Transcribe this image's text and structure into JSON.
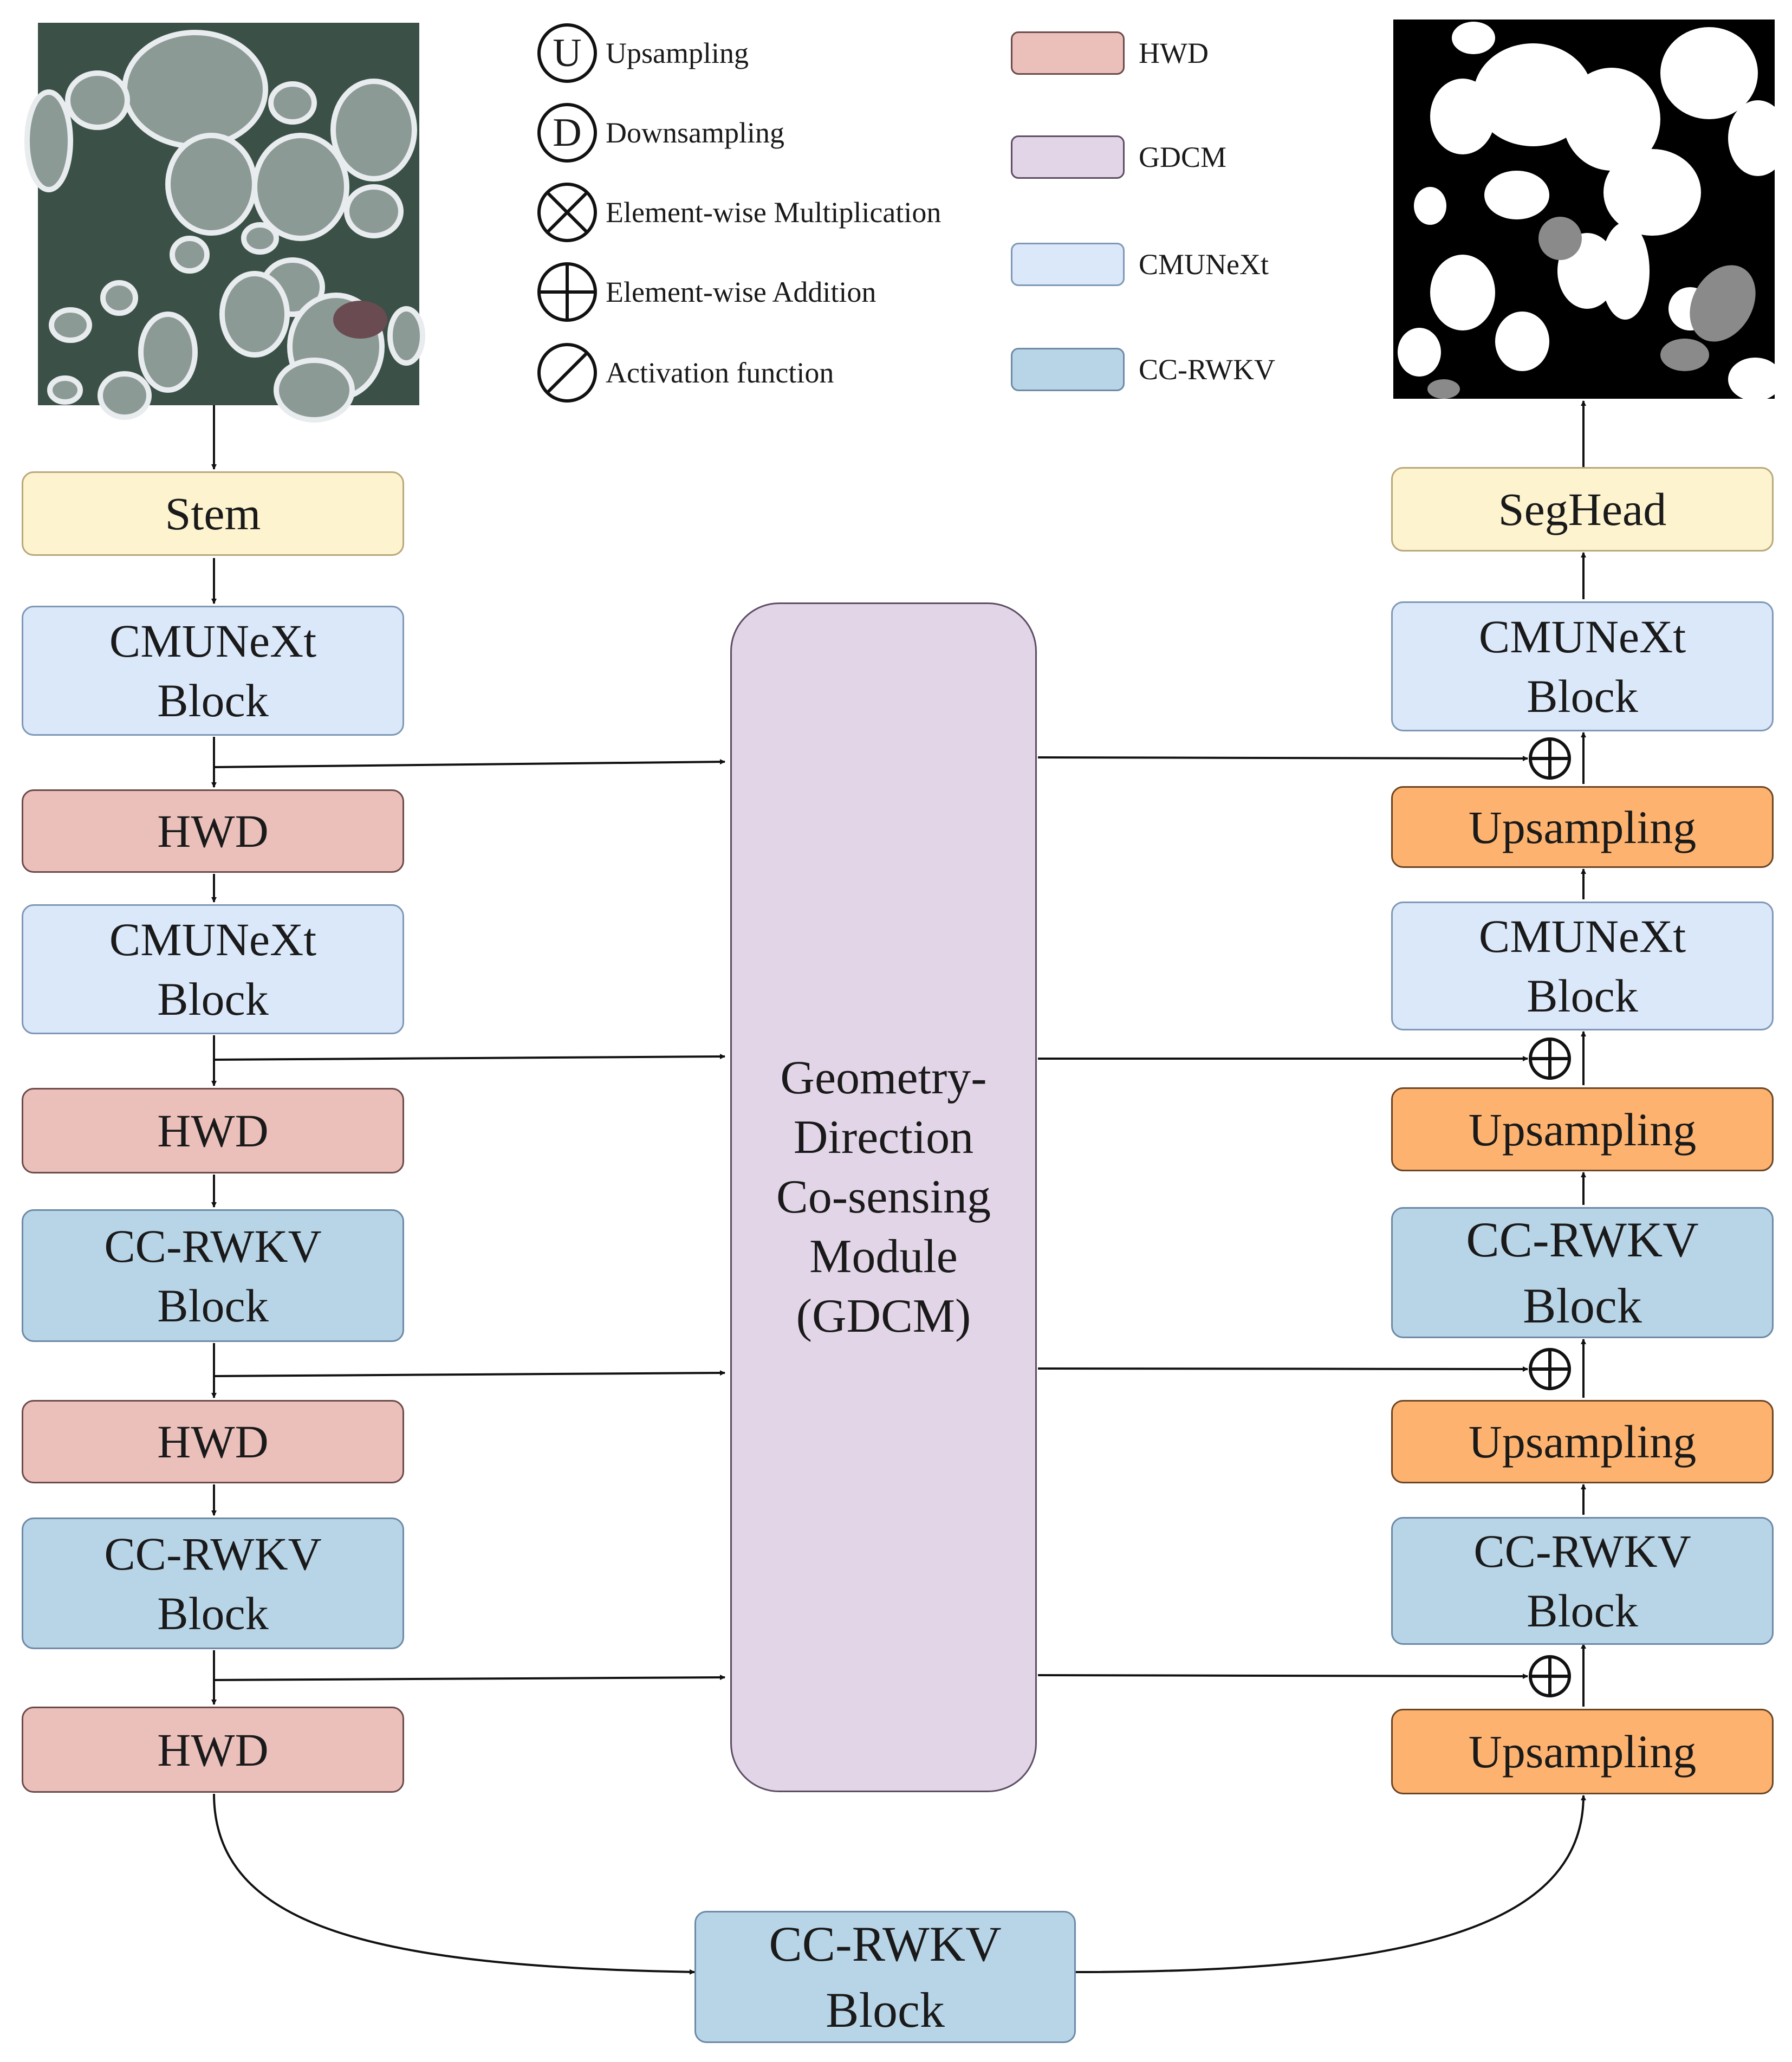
{
  "legend_symbols": [
    {
      "icon": "upsampling-symbol-icon",
      "glyph": "U",
      "label": "Upsampling"
    },
    {
      "icon": "downsampling-symbol-icon",
      "glyph": "D",
      "label": "Downsampling"
    },
    {
      "icon": "multiplication-symbol-icon",
      "glyph": "⊗",
      "label": "Element-wise Multiplication"
    },
    {
      "icon": "addition-symbol-icon",
      "glyph": "⊕",
      "label": "Element-wise Addition"
    },
    {
      "icon": "activation-symbol-icon",
      "glyph": "⊘",
      "label": "Activation function"
    }
  ],
  "legend_colors": [
    {
      "label": "HWD",
      "color": "#ebc0bb"
    },
    {
      "label": "GDCM",
      "color": "#e2d5e7"
    },
    {
      "label": "CMUNeXt",
      "color": "#dae8fa"
    },
    {
      "label": "CC-RWKV",
      "color": "#b8d5e8"
    }
  ],
  "encoder": {
    "stem": "Stem",
    "cmunext_1": "CMUNeXt\nBlock",
    "hwd_1": "HWD",
    "cmunext_2": "CMUNeXt\nBlock",
    "hwd_2": "HWD",
    "ccrwkv_1": "CC-RWKV\nBlock",
    "hwd_3": "HWD",
    "ccrwkv_2": "CC-RWKV\nBlock",
    "hwd_4": "HWD"
  },
  "bottleneck": "CC-RWKV\nBlock",
  "gdcm": "Geometry-\nDirection\nCo-sensing\nModule\n(GDCM)",
  "decoder": {
    "seghead": "SegHead",
    "cmunext_1": "CMUNeXt\nBlock",
    "upsampling_1": "Upsampling",
    "cmunext_2": "CMUNeXt\nBlock",
    "upsampling_2": "Upsampling",
    "ccrwkv_1": "CC-RWKV\nBlock",
    "upsampling_3": "Upsampling",
    "ccrwkv_2": "CC-RWKV\nBlock",
    "upsampling_4": "Upsampling"
  },
  "colors": {
    "stem": "#fdf3cf",
    "cmunext": "#dae8fa",
    "hwd": "#ebc0bb",
    "ccrwkv": "#b8d5e8",
    "upsampling": "#fdb36f",
    "gdcm": "#e2d5e7"
  }
}
